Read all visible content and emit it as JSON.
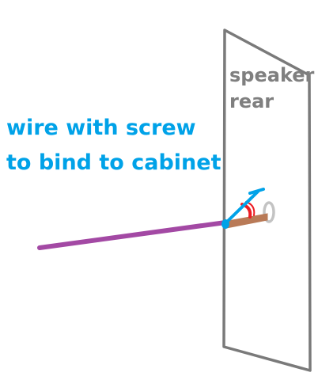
{
  "panel_label": {
    "line1": "speaker",
    "line2": "rear"
  },
  "wire_label": {
    "line1": "wire with screw",
    "line2": "to bind to cabinet"
  },
  "colors": {
    "panel": "#7a7a7a",
    "panel_text": "#7f7f7f",
    "wire_text": "#00a2e8",
    "wire": "#a349a4",
    "screw_shaft": "#b97a57",
    "screw_accent": "#ed1c24",
    "screw_head": "#00a2e8",
    "washer": "#c3c3c3"
  },
  "icons": [
    "screw-icon",
    "washer-icon"
  ]
}
